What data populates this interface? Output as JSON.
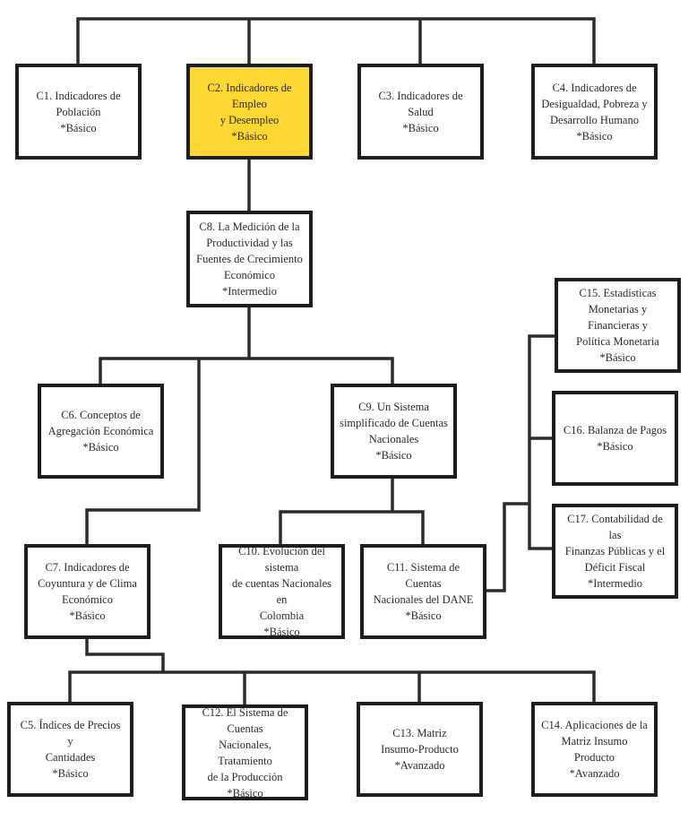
{
  "diagram": {
    "highlight_color": "#fdd835",
    "nodes": {
      "c1": {
        "title": "C1. Indicadores de\nPoblación",
        "level": "*Básico"
      },
      "c2": {
        "title": "C2. Indicadores de Empleo\ny Desempleo",
        "level": "*Básico"
      },
      "c3": {
        "title": "C3. Indicadores de Salud",
        "level": "*Básico"
      },
      "c4": {
        "title": "C4. Indicadores de\nDesigualdad, Pobreza y\nDesarrollo Humano",
        "level": "*Básico"
      },
      "c8": {
        "title": "C8. La Medición de la\nProductividad y las\nFuentes de Crecimiento\nEconómico",
        "level": "*Intermedio"
      },
      "c6": {
        "title": "C6. Conceptos de\nAgregación Económica",
        "level": "*Básico"
      },
      "c9": {
        "title": "C9. Un Sistema\nsimplificado de Cuentas\nNacionales",
        "level": "*Básico"
      },
      "c15": {
        "title": "C15. Estadísticas\nMonetarias y Financieras y\nPolítica Monetaria",
        "level": "*Básico"
      },
      "c16": {
        "title": "C16. Balanza de Pagos",
        "level": "*Básico"
      },
      "c17": {
        "title": "C17. Contabilidad de las\nFinanzas Públicas y el\nDéficit Fiscal",
        "level": "*Intermedio"
      },
      "c7": {
        "title": "C7. Indicadores de\nCoyuntura y de Clima\nEconómico",
        "level": "*Básico"
      },
      "c10": {
        "title": "C10. Evolución del sistema\nde cuentas Nacionales en\nColombia",
        "level": "*Básico"
      },
      "c11": {
        "title": "C11. Sistema de Cuentas\nNacionales del DANE",
        "level": "*Básico"
      },
      "c5": {
        "title": "C5. Índices de Precios y\nCantidades",
        "level": "*Básico"
      },
      "c12": {
        "title": "C12. El Sistema de Cuentas\nNacionales, Tratamiento\nde la Producción",
        "level": "*Básico"
      },
      "c13": {
        "title": "C13. Matriz\nInsumo-Producto",
        "level": "*Avanzado"
      },
      "c14": {
        "title": "C14. Aplicaciones de la\nMatriz Insumo Producto",
        "level": "*Avanzado"
      }
    },
    "edges": [
      [
        "top",
        "c1"
      ],
      [
        "top",
        "c2"
      ],
      [
        "top",
        "c3"
      ],
      [
        "top",
        "c4"
      ],
      [
        "c2",
        "c8"
      ],
      [
        "c8",
        "c6"
      ],
      [
        "c8",
        "c9"
      ],
      [
        "c8",
        "c7"
      ],
      [
        "c9",
        "c10"
      ],
      [
        "c9",
        "c11"
      ],
      [
        "c11",
        "c15"
      ],
      [
        "c11",
        "c16"
      ],
      [
        "c11",
        "c17"
      ],
      [
        "c7",
        "c5"
      ],
      [
        "c7",
        "c12"
      ],
      [
        "c7",
        "c13"
      ],
      [
        "c7",
        "c14"
      ]
    ]
  }
}
